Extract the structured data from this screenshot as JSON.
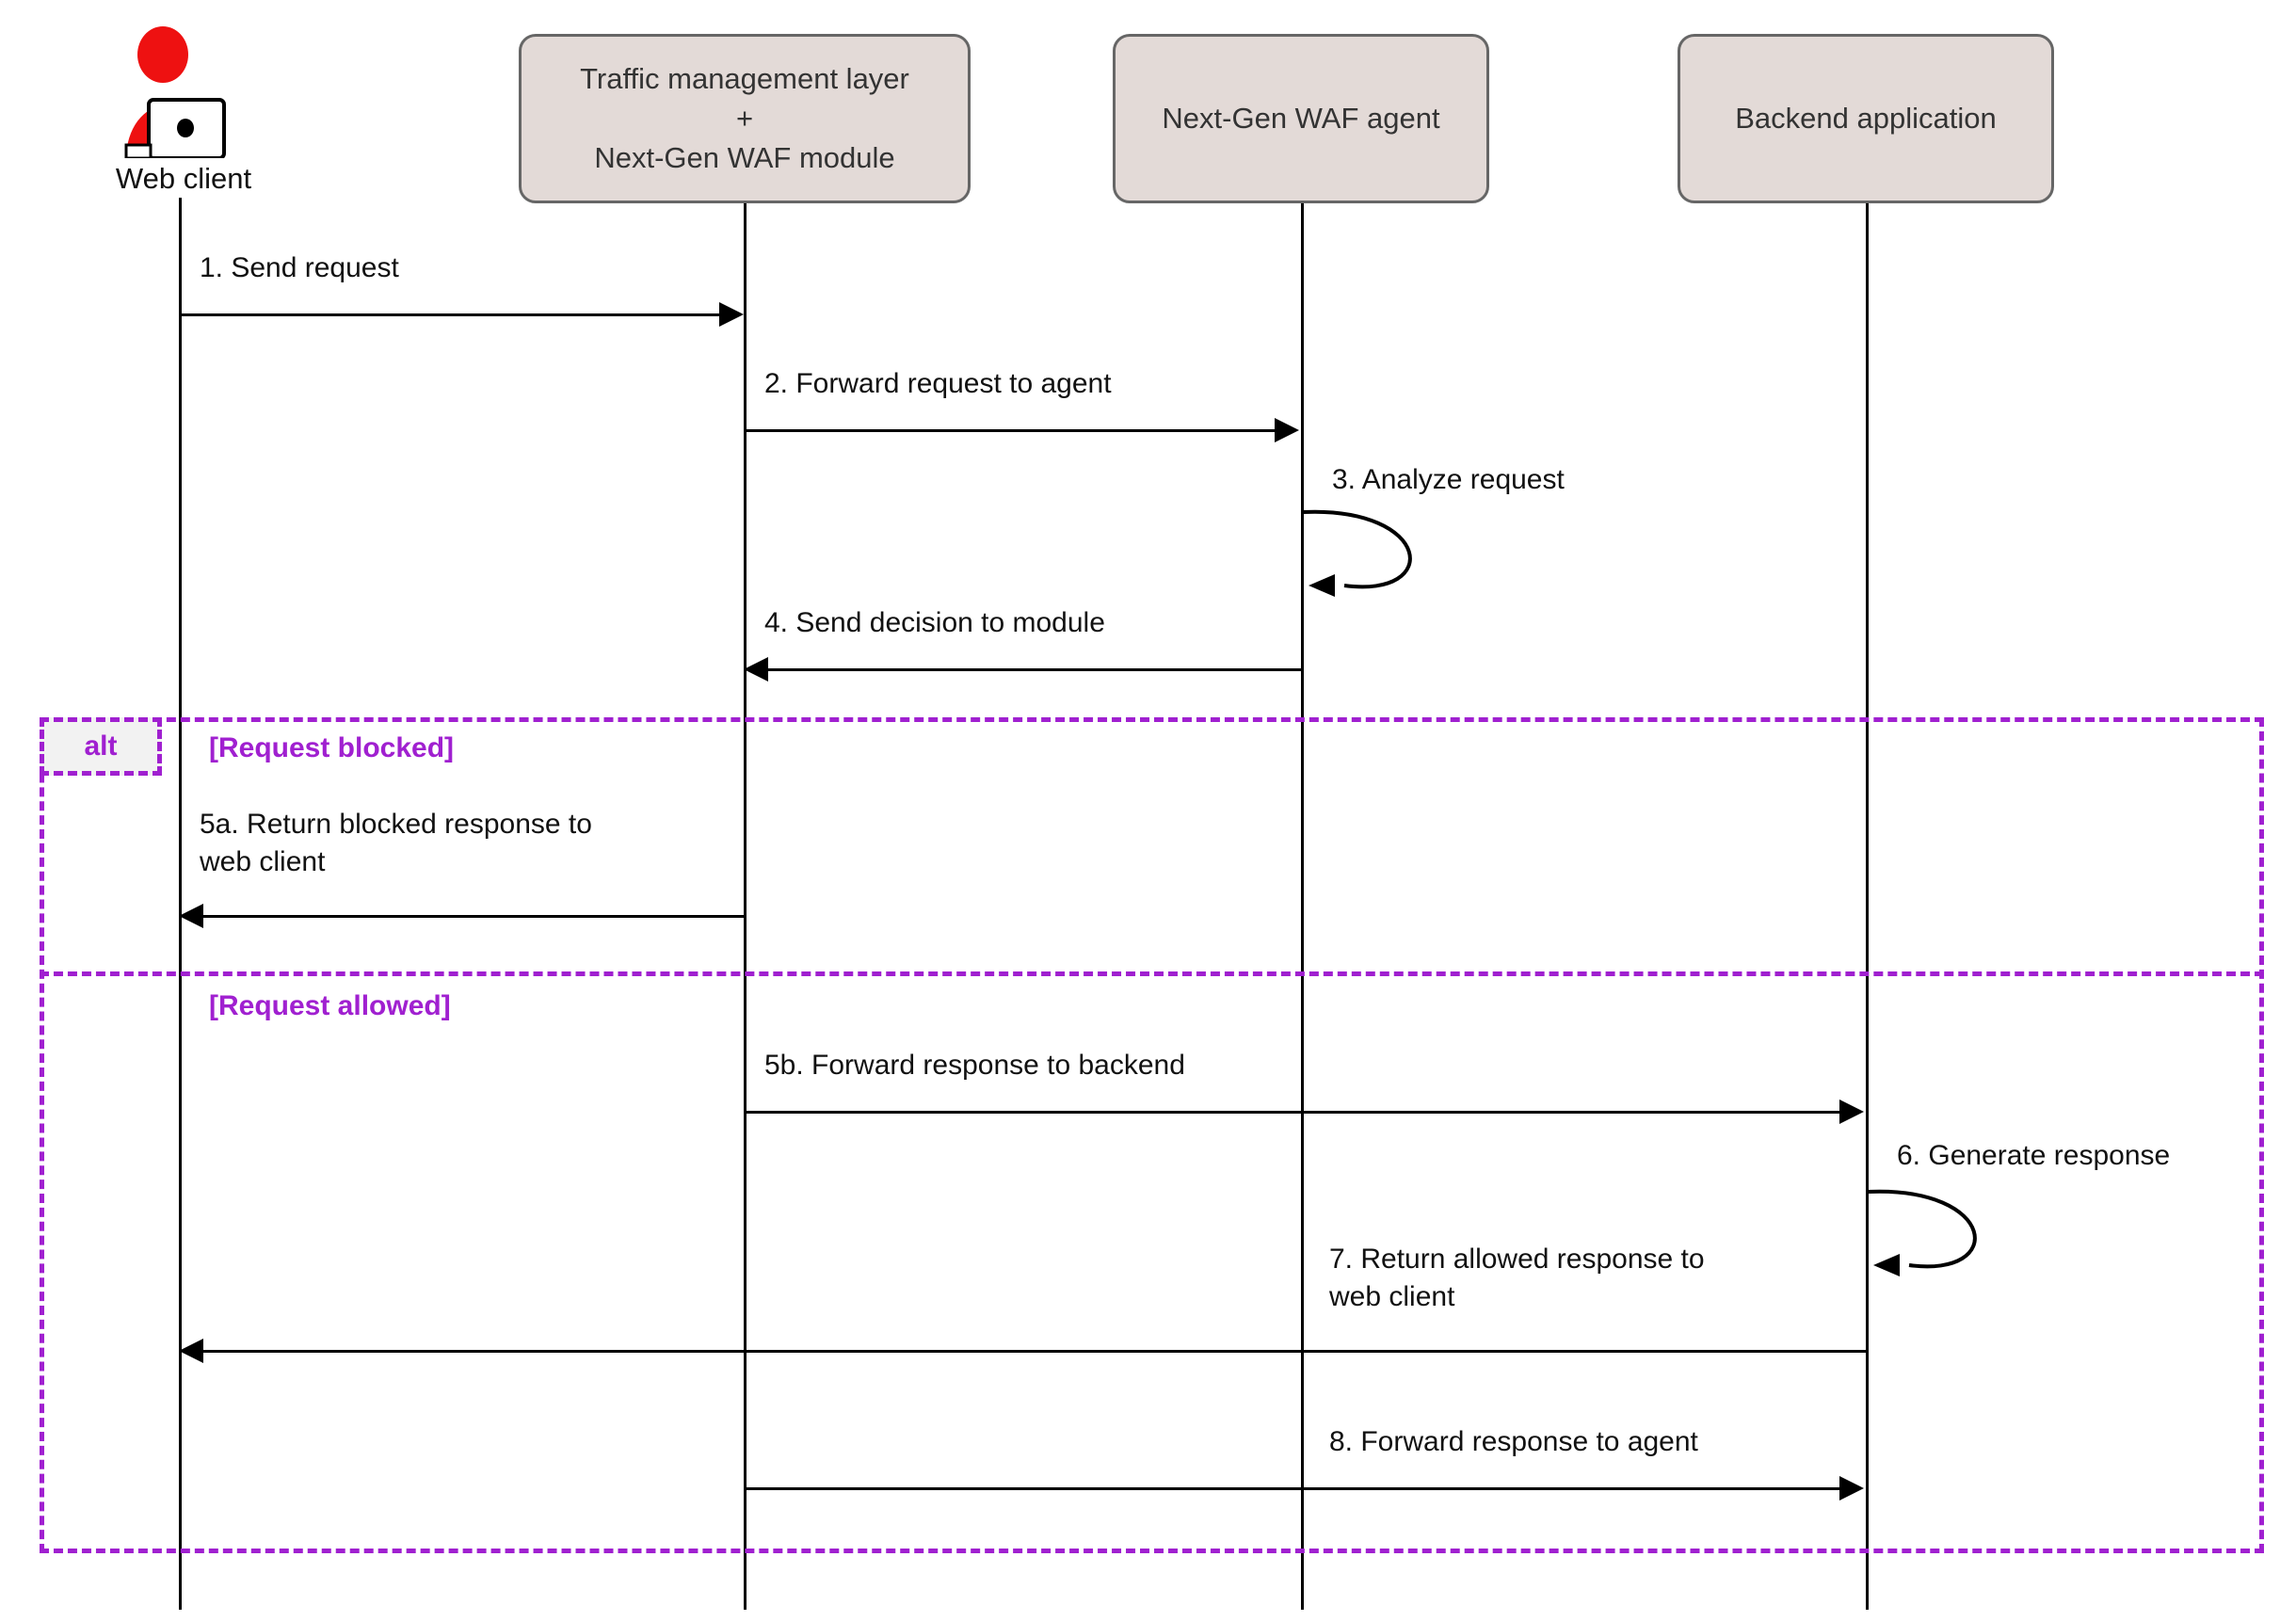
{
  "diagram": {
    "type": "uml-sequence-diagram",
    "background_color": "#ffffff",
    "participant_fill": "#e3dad7",
    "participant_stroke": "#666666",
    "alt_frame_color": "#a020d0",
    "actor_color": "#ee1111",
    "line_color": "#000000"
  },
  "participants": [
    {
      "id": "web-client",
      "label": "Web client",
      "kind": "actor"
    },
    {
      "id": "tml-waf",
      "label": "Traffic management layer\n+\nNext-Gen WAF module",
      "kind": "box"
    },
    {
      "id": "waf-agent",
      "label": "Next-Gen WAF agent",
      "kind": "box"
    },
    {
      "id": "backend",
      "label": "Backend application",
      "kind": "box"
    }
  ],
  "messages": [
    {
      "seq": "1",
      "label": "1. Send request",
      "from": "web-client",
      "to": "tml-waf",
      "direction": "right",
      "style": "solid"
    },
    {
      "seq": "2",
      "label": "2. Forward request to agent",
      "from": "tml-waf",
      "to": "waf-agent",
      "direction": "right",
      "style": "solid"
    },
    {
      "seq": "3",
      "label": "3. Analyze request",
      "from": "waf-agent",
      "to": "waf-agent",
      "direction": "self",
      "style": "solid"
    },
    {
      "seq": "4",
      "label": "4. Send decision to module",
      "from": "waf-agent",
      "to": "tml-waf",
      "direction": "left",
      "style": "solid"
    },
    {
      "seq": "5a",
      "label": "5a. Return blocked response to\nweb client",
      "from": "tml-waf",
      "to": "web-client",
      "direction": "left",
      "style": "solid"
    },
    {
      "seq": "5b",
      "label": "5b. Forward response to backend",
      "from": "tml-waf",
      "to": "backend",
      "direction": "right",
      "style": "solid"
    },
    {
      "seq": "6",
      "label": "6. Generate response",
      "from": "backend",
      "to": "backend",
      "direction": "self",
      "style": "solid"
    },
    {
      "seq": "7",
      "label": "7. Return allowed response to\nweb client",
      "from": "backend",
      "to": "web-client",
      "direction": "left",
      "style": "solid"
    },
    {
      "seq": "8",
      "label": "8. Forward response to agent",
      "from": "tml-waf",
      "to": "backend",
      "direction": "right",
      "style": "solid"
    }
  ],
  "fragment": {
    "tag": "alt",
    "conditions": [
      {
        "label": "[Request blocked]"
      },
      {
        "label": "[Request allowed]"
      }
    ]
  }
}
